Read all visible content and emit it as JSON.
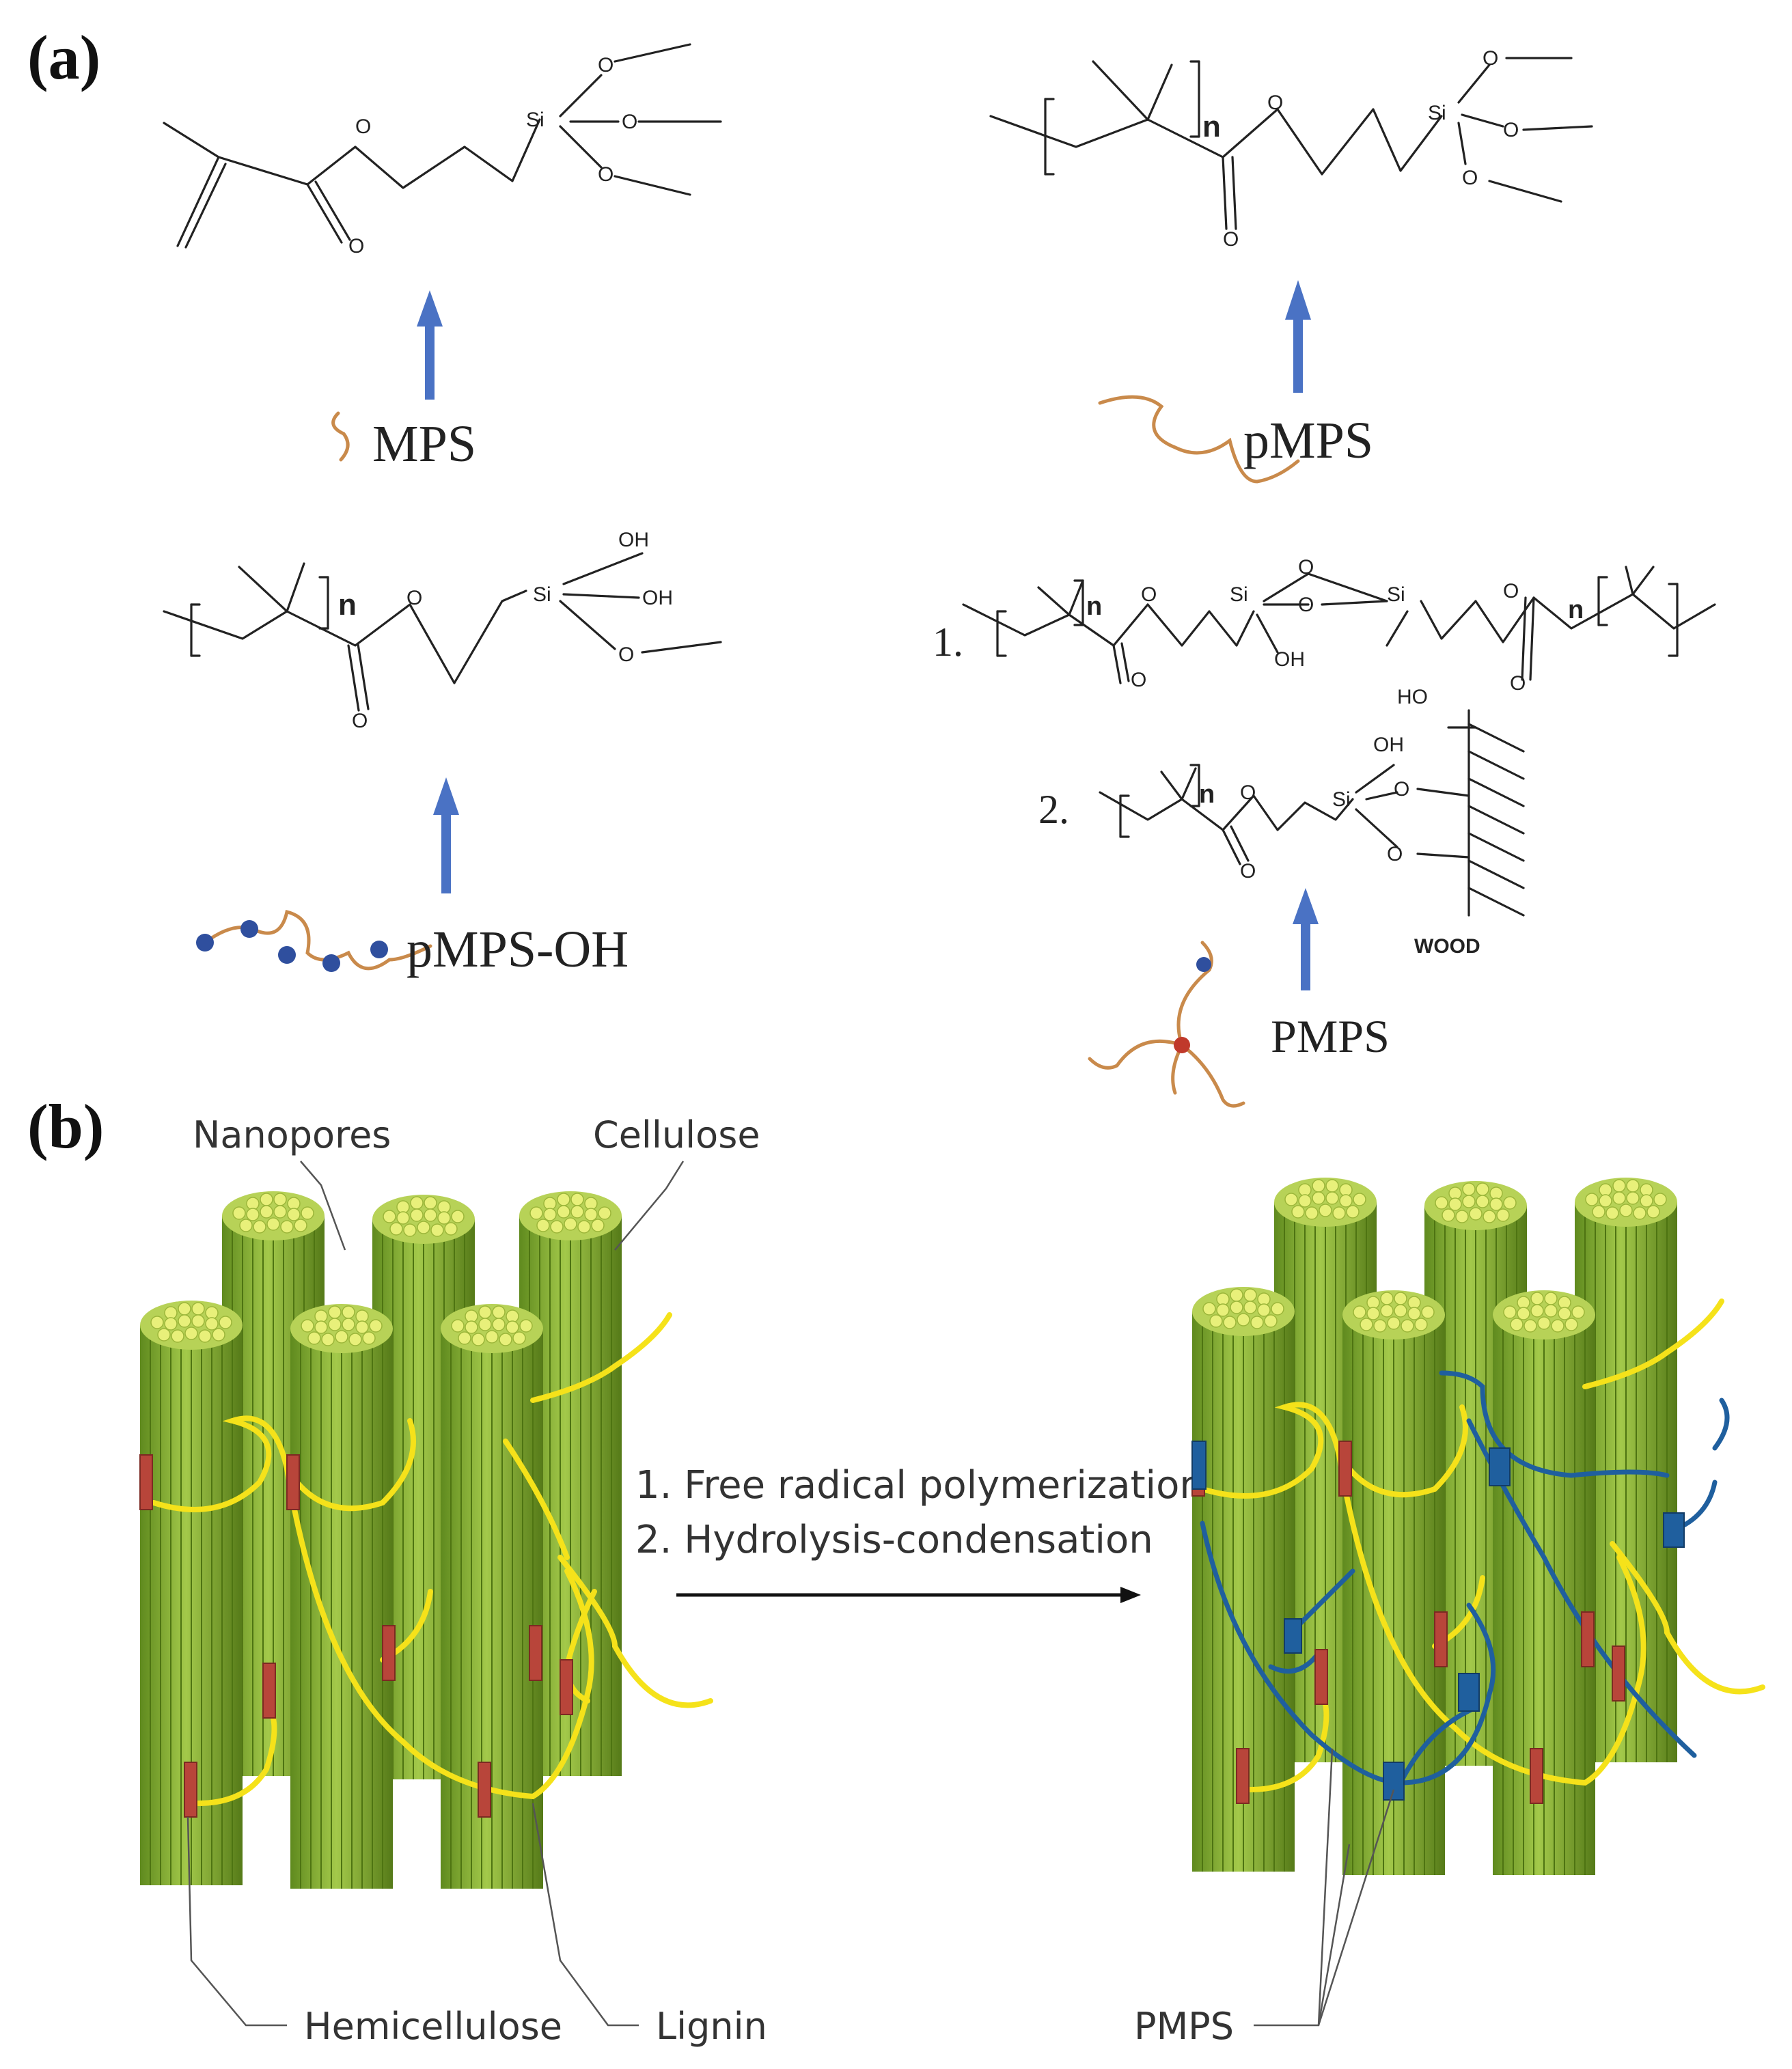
{
  "panels": {
    "a": {
      "label": "(a)"
    },
    "b": {
      "label": "(b)"
    }
  },
  "chemistry": {
    "si": "Si",
    "o": "O",
    "oh": "OH",
    "ho": "HO",
    "n": "n",
    "wood": "WOOD",
    "step1": "1.",
    "step2": "2."
  },
  "species": {
    "mps": "MPS",
    "pmps_lower": "pMPS",
    "pmps_oh": "pMPS-OH",
    "pmps_upper": "PMPS"
  },
  "diagram_b": {
    "nanopores": "Nanopores",
    "cellulose": "Cellulose",
    "hemicellulose": "Hemicellulose",
    "lignin": "Lignin",
    "pmps": "PMPS",
    "process_step1": "1. Free radical polymerization",
    "process_step2": "2. Hydrolysis-condensation"
  },
  "colors": {
    "arrow": "#4a72c4",
    "chain": "#c98a4b",
    "bead": "#2f4f9e",
    "cellulose_rod": "#8db33a",
    "cellulose_top": "#e8f07a",
    "lignin": "#f5e21a",
    "hemicellulose": "#b8453a",
    "pmps_polymer": "#1f5f9e"
  }
}
